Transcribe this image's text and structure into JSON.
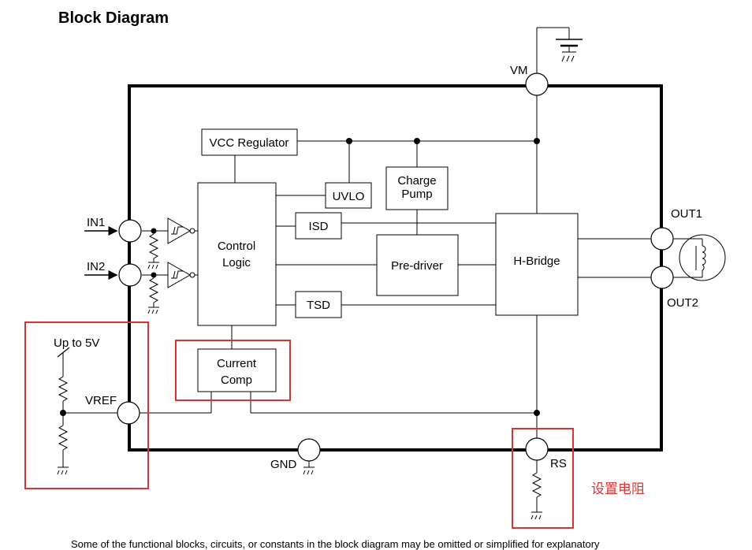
{
  "title": "Block Diagram",
  "pins": {
    "vm": "VM",
    "in1": "IN1",
    "in2": "IN2",
    "out1": "OUT1",
    "out2": "OUT2",
    "vref": "VREF",
    "gnd": "GND",
    "rs": "RS"
  },
  "blocks": {
    "vcc_regulator": "VCC Regulator",
    "uvlo": "UVLO",
    "charge_pump_line1": "Charge",
    "charge_pump_line2": "Pump",
    "isd": "ISD",
    "tsd": "TSD",
    "control_logic_line1": "Control",
    "control_logic_line2": "Logic",
    "pre_driver": "Pre-driver",
    "h_bridge": "H-Bridge",
    "current_comp_line1": "Current",
    "current_comp_line2": "Comp"
  },
  "external": {
    "supply_note": "Up to 5V",
    "rs_note": "设置电阻"
  },
  "colors": {
    "highlight": "#e03030",
    "line": "#000000"
  },
  "footnote": "Some of the functional blocks, circuits, or constants in the block diagram may be omitted or simplified for explanatory"
}
